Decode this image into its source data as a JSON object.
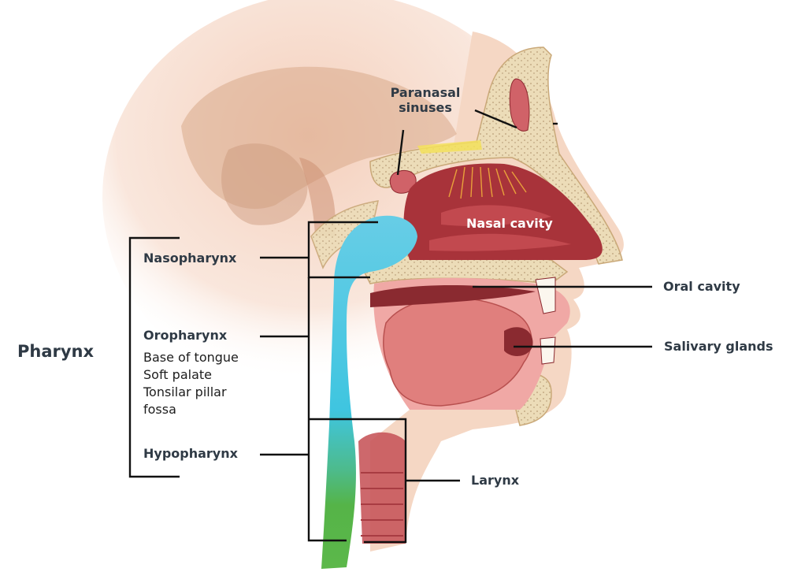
{
  "labels": {
    "paranasal_sinuses_line1": "Paranasal",
    "paranasal_sinuses_line2": "sinuses",
    "nasal_cavity": "Nasal cavity",
    "oral_cavity": "Oral cavity",
    "salivary_glands": "Salivary glands",
    "larynx": "Larynx",
    "pharynx": "Pharynx",
    "nasopharynx": "Nasopharynx",
    "oropharynx": "Oropharynx",
    "hypopharynx": "Hypopharynx"
  },
  "oropharynx_sites": [
    "Base of tongue",
    "Soft palate",
    "Tonsilar pillar",
    "fossa"
  ],
  "colors": {
    "label_text": "#2f3a45",
    "leader_line": "#111111",
    "skin": "#f4d2bd",
    "bone": "#ead9b4",
    "nasal_tissue": "#a8333a",
    "tongue": "#e88a87",
    "nasopharynx_region": "#5cc9e3",
    "oropharynx_region": "#3cc3df",
    "hypopharynx_region": "#52b447"
  }
}
